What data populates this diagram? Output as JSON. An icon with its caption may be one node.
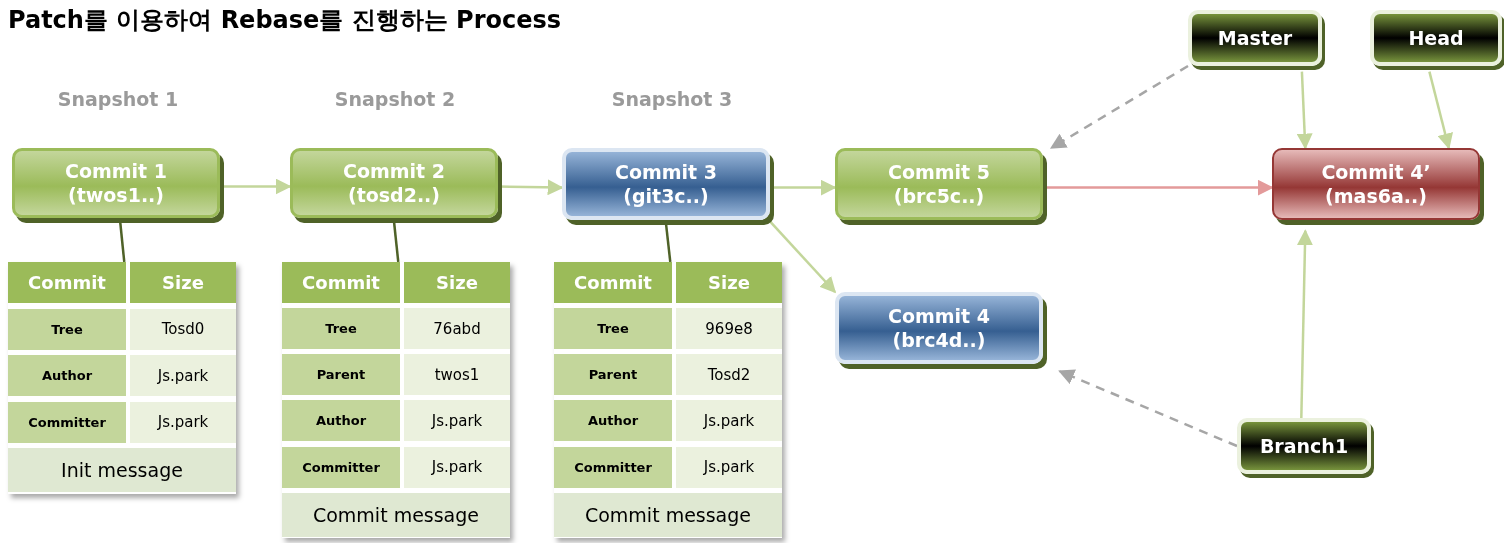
{
  "diagram": {
    "title": "Patch를 이용하여 Rebase를 진행하는 Process",
    "nodes": [
      {
        "text": [
          "Commit 1",
          "(twos1..)"
        ]
      },
      {
        "text": [
          "Commit 2",
          "(tosd2..)"
        ]
      },
      {
        "text": [
          "Commit 3",
          "(git3c..)"
        ]
      },
      {
        "text": [
          "Commit 5",
          "(brc5c..)"
        ]
      },
      {
        "text": [
          "Commit 4’",
          "(mas6a..)"
        ]
      },
      {
        "text": [
          "Commit 4",
          "(brc4d..)"
        ]
      },
      {
        "text": [
          "Master"
        ]
      },
      {
        "text": [
          "Head"
        ]
      },
      {
        "text": [
          "Branch1"
        ]
      },
      {
        "text": [
          "Commit",
          "Size",
          "Tree",
          "Tosd0",
          "Author",
          "Js.park",
          "Committer",
          "Js.park",
          "Init message"
        ]
      },
      {
        "text": [
          "Commit",
          "Size",
          "Tree",
          "76abd",
          "Parent",
          "twos1",
          "Author",
          "Js.park",
          "Committer",
          "Js.park",
          "Commit message"
        ]
      },
      {
        "text": [
          "Commit",
          "Size",
          "Tree",
          "969e8",
          "Parent",
          "Tosd2",
          "Author",
          "Js.park",
          "Committer",
          "Js.park",
          "Commit message"
        ]
      }
    ],
    "edges": [
      {
        "from": 0,
        "to": 1,
        "arrow": "to"
      },
      {
        "from": 1,
        "to": 2,
        "arrow": "to"
      },
      {
        "from": 2,
        "to": 3,
        "arrow": "to"
      },
      {
        "from": 2,
        "to": 5,
        "arrow": "to"
      },
      {
        "from": 3,
        "to": 4,
        "arrow": "to",
        "color": "#e39a9a"
      },
      {
        "from": 6,
        "to": 3,
        "arrow": "to",
        "style": "dashed",
        "color": "#a6a6a6"
      },
      {
        "from": 6,
        "to": 4,
        "arrow": "to"
      },
      {
        "from": 7,
        "to": 4,
        "arrow": "to"
      },
      {
        "from": 8,
        "to": 5,
        "arrow": "to",
        "style": "dashed",
        "color": "#a6a6a6"
      },
      {
        "from": 8,
        "to": 4,
        "arrow": "to"
      },
      {
        "from": 0,
        "to": 9,
        "arrow": "none",
        "color": "#4f6228"
      },
      {
        "from": 1,
        "to": 10,
        "arrow": "none",
        "color": "#4f6228"
      },
      {
        "from": 2,
        "to": 11,
        "arrow": "none",
        "color": "#4f6228"
      }
    ],
    "labels": [
      "Snapshot 1",
      "Snapshot 2",
      "Snapshot 3"
    ]
  }
}
